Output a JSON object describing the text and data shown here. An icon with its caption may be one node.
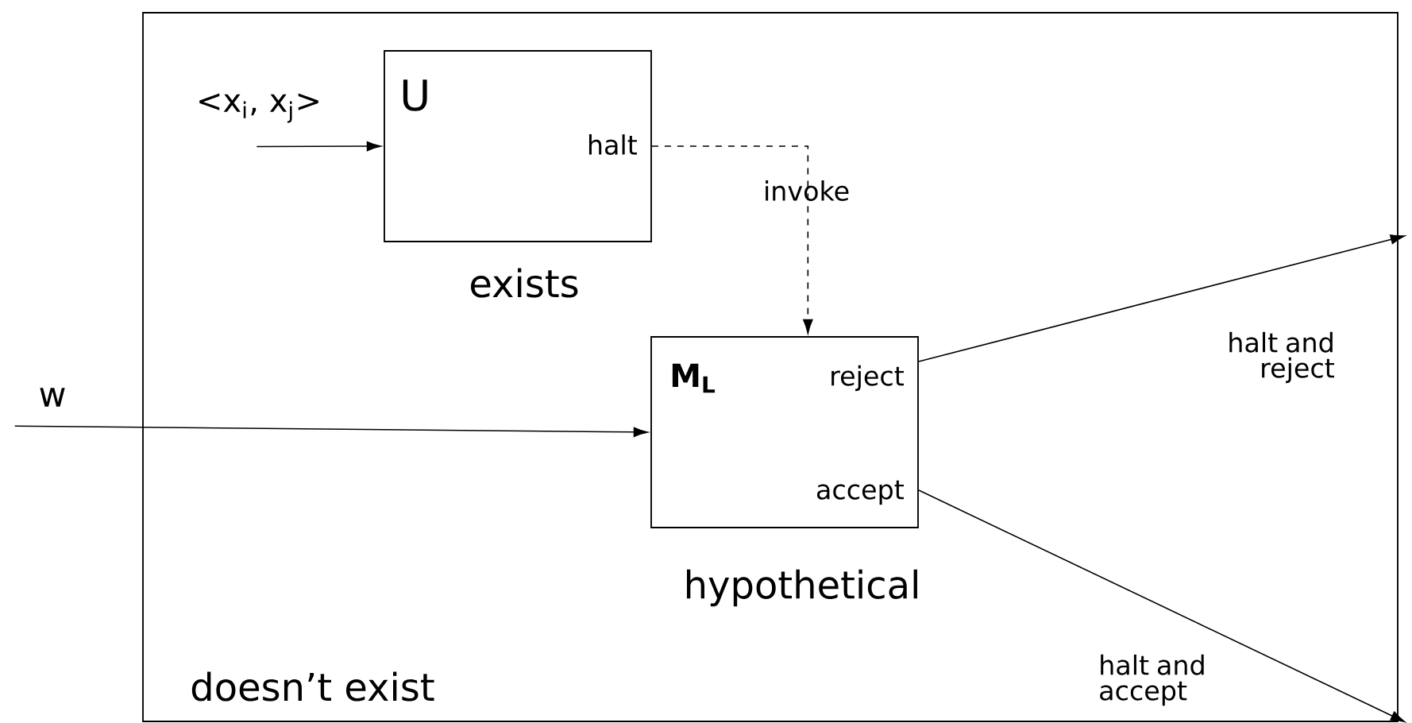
{
  "diagram": {
    "nodes": [
      {
        "text": [
          "doesn’t exist"
        ]
      },
      {
        "text": [
          "<x$_{i}$, x$_{j}$>"
        ],
        "in": 0
      },
      {
        "text": [
          "U",
          "halt"
        ],
        "beside": [
          "exists"
        ],
        "in": 0
      },
      {
        "text": [
          "w"
        ]
      },
      {
        "text": [
          "M$_{L}$",
          "reject",
          "accept"
        ],
        "beside": [
          "hypothetical"
        ],
        "in": 0
      }
    ],
    "edges": [
      {
        "from": 1,
        "to": 2,
        "arrow": "to"
      },
      {
        "from": 2,
        "to": 4,
        "arrow": "to",
        "style": "dashed",
        "label": "invoke"
      },
      {
        "from": 3,
        "to": 4,
        "arrow": "to"
      },
      {
        "from": 4,
        "to": null,
        "arrow": "to",
        "label": "halt and reject"
      },
      {
        "from": 4,
        "to": null,
        "arrow": "to",
        "label": "halt and accept"
      }
    ]
  }
}
